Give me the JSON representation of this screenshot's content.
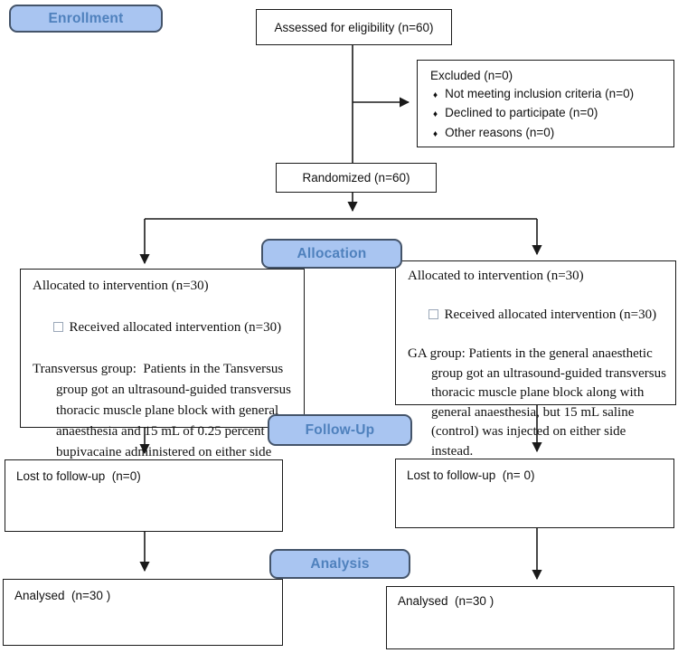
{
  "phases": {
    "enrollment": "Enrollment",
    "allocation": "Allocation",
    "followup": "Follow-Up",
    "analysis": "Analysis"
  },
  "icons": {
    "diamond_bullet": "♦"
  },
  "colors": {
    "badge_fill": "#a9c5f1",
    "badge_border": "#44546a",
    "badge_text": "#4f81bd",
    "box_border": "#1a1a1a",
    "arrow": "#1a1a1a"
  },
  "nodes": {
    "assessed": {
      "text": "Assessed for eligibility (n=60)"
    },
    "excluded": {
      "title": "Excluded (n=0)",
      "items": [
        "Not meeting inclusion criteria (n=0)",
        "Declined to participate (n=0)",
        "Other reasons (n=0)"
      ]
    },
    "randomized": {
      "text": "Randomized (n=60)"
    },
    "allocLeft": {
      "lines": [
        "Allocated to intervention (n=30)",
        "Received allocated intervention (n=30)",
        "Transversus group:  Patients in the Tansversus",
        "group got an ultrasound-guided transversus",
        "thoracic muscle plane block with general",
        "anaesthesia and 15 mL of 0.25 percent",
        "bupivacaine administered on either side"
      ]
    },
    "allocRight": {
      "lines": [
        "Allocated to intervention (n=30)",
        "Received allocated intervention (n=30)",
        "GA group: Patients in the general anaesthetic",
        "group got an ultrasound-guided transversus",
        "thoracic muscle plane block along with",
        "general anaesthesia, but 15 mL saline",
        "(control) was injected on either side instead."
      ]
    },
    "lostLeft": {
      "text": "Lost to follow-up  (n=0)"
    },
    "lostRight": {
      "text": "Lost to follow-up  (n= 0)"
    },
    "analysedLeft": {
      "text": "Analysed  (n=30 )"
    },
    "analysedRight": {
      "text": "Analysed  (n=30 )"
    }
  }
}
